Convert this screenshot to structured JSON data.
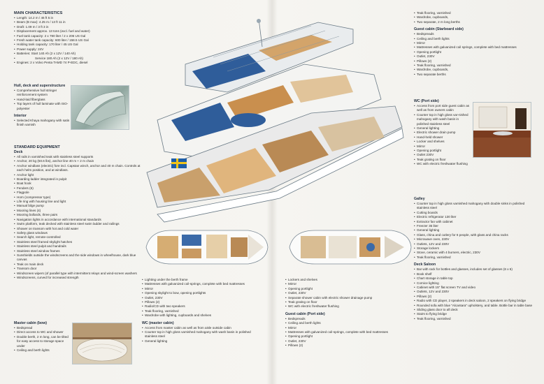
{
  "main": {
    "title": "MAIN CHARACTERISTICS",
    "items": [
      "Length: 14.2 m / 46 ft 5 in",
      "Beam (B max): 4.25 m / 13 ft 11 in",
      "Draft: 1.09 m / 3 ft 3 in",
      "Displacement approx. 13 tons (excl. fuel and water)",
      "Fuel tank capacity: 2 x 780 liter / 2 x 206 US Gal",
      "Fresh water tank capacity: 600 liter / 158.5 US Gal",
      "Holding tank capacity: 170 liter / 45 US Gal",
      "Power supply: 24V",
      "Batteries: Start 140 Ah (2 x 12V / 140 Ah)",
      "Service 180 Ah (2 x 12V / 180 Ah)",
      "Engines: 2 x Volvo Penta TAMD 74 P-EDC, diesel"
    ]
  },
  "hull": {
    "title": "Hull, deck and superstructure",
    "items": [
      "Comprehensive hull stringer reinforcement system",
      "Hand-laid fiberglass",
      "Top layers of hull laminate with ISO-polyester"
    ]
  },
  "interior": {
    "title": "Interior",
    "items": [
      "Selected Khaya mahogany with satin finish varnish"
    ]
  },
  "standard": {
    "title": "STANDARD EQUIPMENT"
  },
  "deck": {
    "title": "Deck",
    "items": [
      "All rails in varnished teak with stainless steel supports",
      "Anchor, 20 kg (50.6 lbs), anchor line 40 m + 2 m chain",
      "Anchor windlass (electric) fore incl. Capstan winch, anchor and 40 m chain. Controls at each helm position, and at windlass.",
      "Anchor light",
      "Boarding ladder integrated in pulpit",
      "Boat hook",
      "Fenders (6)",
      "Flagpole",
      "Horn (compressor type)",
      "Life ring with housing line and light",
      "Manual bilge pump",
      "Mooring lines (4)",
      "Mooring bollards, three pairs",
      "Navigation lights in accordance with international standards",
      "Swim platform, teak decked with stainless steel swim ladder and railings",
      "Shower on transom with hot and cold water",
      "Safety glass windows",
      "Search light, remote-controlled",
      "Stainless steel framed skylight hatches",
      "Stainless steel pulpit and handrails",
      "Stainless steel window frames",
      "Sunshields outside the windscreens and the side windows in wheelhouse, dark blue canvas",
      "Teak on main deck",
      "Transom door",
      "Windscreen wipers (of parallel type with intermittent relays and wind-screen washers",
      "Windscreens, curved for increased strength"
    ]
  },
  "master": {
    "title": "Master cabin (bow)",
    "items": [
      "Bedspread",
      "Direct access to WC and shower",
      "Double berth, 2 m long, can be tilted for easy access to storage space under",
      "Ceiling and berth lights"
    ]
  },
  "mid": {
    "items": [
      "Lighting under the berth frame",
      "Mattresses with galvanized coil-springs, complete with bed mattresses",
      "Mirror",
      "Opening skylight to bow, opening portlights",
      "Outlet, 230V",
      "Pillows (2)",
      "Radio/CD with two speakers",
      "Teak flooring, varnished",
      "Wardrobe with lighting, cupboards and shelves"
    ],
    "wc_title": "WC (master cabin)",
    "wc_items": [
      "Access from master cabin as well as from aisle outside cabin",
      "Counter top in high gloss varnished mahogany with wash basin in polished stainless steel",
      "General lighting"
    ]
  },
  "mid2": {
    "items": [
      "Lockers and shelves",
      "Mirror",
      "Opening portlight",
      "Outlet, 230V",
      "Separate shower cabin with electric shower drainage pump",
      "Teak grating on floor",
      "WC with electric freshwater flushing"
    ],
    "guest_title": "Guest cabin (Port side)",
    "guest_items": [
      "Bedspreads",
      "Ceiling and berth lights",
      "Mirror",
      "Mattresses with galvanized coil-springs, complete with bed mattresses",
      "Opening portlight",
      "Outlet, 230V",
      "Pillows (2)"
    ]
  },
  "right_top": {
    "items": [
      "Teak flooring, varnished",
      "Wardrobe, cupboards,",
      "Two separate, 2 m long berths"
    ],
    "star_title": "Guest cabin (Starboard side)",
    "star_items": [
      "Bedspreads",
      "Ceiling and berth lights",
      "Mirror",
      "Mattresses with galvanized coil springs, complete with bed mattresses",
      "Opening portlight",
      "Outlet, 230V",
      "Pillows (2)",
      "Teak flooring, varnished",
      "Wardrobe, cupboards,",
      "Two separate berths"
    ]
  },
  "wcport": {
    "title": "WC (Port side)",
    "items": [
      "Access from port side guest cabin as well as from owners cabin",
      "Counter top in high gloss var-nished mahogany with wash basin in polished stainless steel",
      "General lighting",
      "Electric shower drain pump",
      "Hand-held shower",
      "Locker and shelves",
      "Mirror",
      "Opening portlight",
      "Outlet 230V",
      "Teak grating on floor",
      "WC with electric freshwater flushing"
    ]
  },
  "galley": {
    "title": "Galley",
    "items": [
      "Counter top in high gloss varnished mahogany with double sinks in polished stainless steel",
      "Cutting boards",
      "Electric refrigerator 130 liter",
      "Extractor fan with cabinet",
      "Freezer 35 liter",
      "General lighting",
      "Glass, china and cutlery for 6 people, with glass and china racks",
      "Microwave oven, 230V",
      "Outlets, 12V and 230V",
      "Storage lockers",
      "Stove, ceramic with 4 burners, electric, 230V",
      "Teak flooring, varnished"
    ]
  },
  "saloon": {
    "title": "Deck Saloon",
    "items": [
      "Bar with rack for bottles and glasses, includes set of glasses (6 x 6)",
      "Book shelf",
      "Chart storage in table top",
      "Cornice lighting",
      "Cabinet with 15\" flat screen TV and video",
      "Outlets, 12V and 230V",
      "Pillows (2)",
      "Radio with CD player, 2 speakers in deck saloon, 2 speakers on flying bridge",
      "Rounded sofa with blue \"Alcantara\" upholstery, and table. Bottle bar in table base",
      "Sliding glass door to aft deck",
      "Stairs to flying bridge",
      "Teak flooring, varnished"
    ]
  }
}
